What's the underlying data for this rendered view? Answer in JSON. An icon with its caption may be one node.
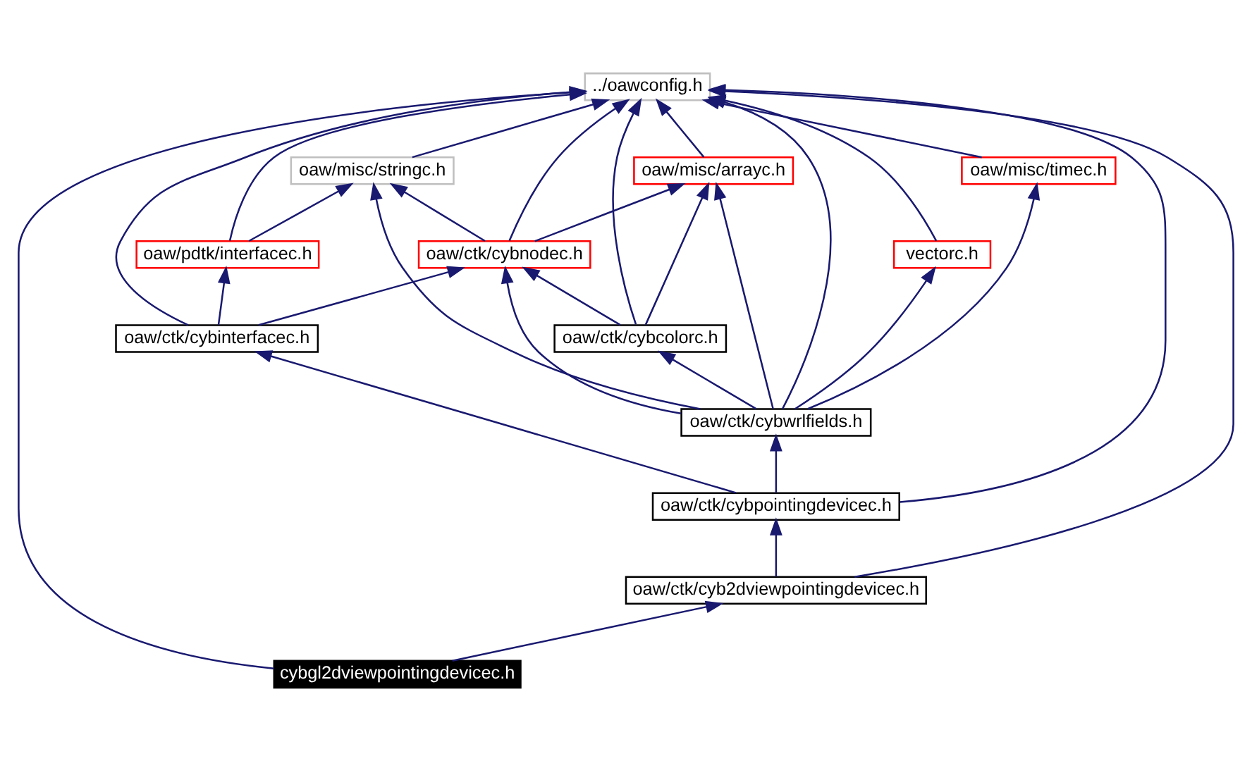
{
  "diagram": {
    "nodes": [
      {
        "text": [
          "../oawconfig.h"
        ]
      },
      {
        "text": [
          "oaw/misc/stringc.h"
        ]
      },
      {
        "text": [
          "oaw/misc/arrayc.h"
        ]
      },
      {
        "text": [
          "vectorc.h"
        ]
      },
      {
        "text": [
          "oaw/pdtk/interfacec.h"
        ]
      },
      {
        "text": [
          "oaw/ctk/cybnodec.h"
        ]
      },
      {
        "text": [
          "oaw/ctk/cybinterfacec.h"
        ]
      },
      {
        "text": [
          "oaw/misc/timec.h"
        ]
      },
      {
        "text": [
          "oaw/ctk/cybcolorc.h"
        ]
      },
      {
        "text": [
          "oaw/ctk/cybwrlfields.h"
        ]
      },
      {
        "text": [
          "oaw/ctk/cybpointingdevicec.h"
        ]
      },
      {
        "text": [
          "oaw/ctk/cyb2dviewpointingdevicec.h"
        ]
      },
      {
        "text": [
          "cybgl2dviewpointingdevicec.h"
        ]
      }
    ],
    "edges": [
      {
        "from": 3,
        "to": 0,
        "arrow": "to"
      },
      {
        "from": 4,
        "to": 0,
        "arrow": "to"
      },
      {
        "from": 6,
        "to": 0,
        "arrow": "to"
      },
      {
        "from": 1,
        "to": 0,
        "arrow": "to"
      },
      {
        "from": 2,
        "to": 0,
        "arrow": "to"
      },
      {
        "from": 5,
        "to": 0,
        "arrow": "to"
      },
      {
        "from": 7,
        "to": 0,
        "arrow": "to"
      },
      {
        "from": 8,
        "to": 0,
        "arrow": "to"
      },
      {
        "from": 9,
        "to": 0,
        "arrow": "to"
      },
      {
        "from": 10,
        "to": 0,
        "arrow": "to"
      },
      {
        "from": 11,
        "to": 0,
        "arrow": "to"
      },
      {
        "from": 12,
        "to": 0,
        "arrow": "to"
      },
      {
        "from": 4,
        "to": 1,
        "arrow": "to"
      },
      {
        "from": 5,
        "to": 1,
        "arrow": "to"
      },
      {
        "from": 9,
        "to": 1,
        "arrow": "to"
      },
      {
        "from": 5,
        "to": 2,
        "arrow": "to"
      },
      {
        "from": 8,
        "to": 2,
        "arrow": "to"
      },
      {
        "from": 9,
        "to": 2,
        "arrow": "to"
      },
      {
        "from": 9,
        "to": 3,
        "arrow": "to"
      },
      {
        "from": 6,
        "to": 4,
        "arrow": "to"
      },
      {
        "from": 6,
        "to": 5,
        "arrow": "to"
      },
      {
        "from": 8,
        "to": 5,
        "arrow": "to"
      },
      {
        "from": 9,
        "to": 5,
        "arrow": "to"
      },
      {
        "from": 9,
        "to": 7,
        "arrow": "to"
      },
      {
        "from": 9,
        "to": 8,
        "arrow": "to"
      },
      {
        "from": 10,
        "to": 6,
        "arrow": "to"
      },
      {
        "from": 10,
        "to": 9,
        "arrow": "to"
      },
      {
        "from": 11,
        "to": 10,
        "arrow": "to"
      },
      {
        "from": 12,
        "to": 11,
        "arrow": "to"
      }
    ]
  }
}
